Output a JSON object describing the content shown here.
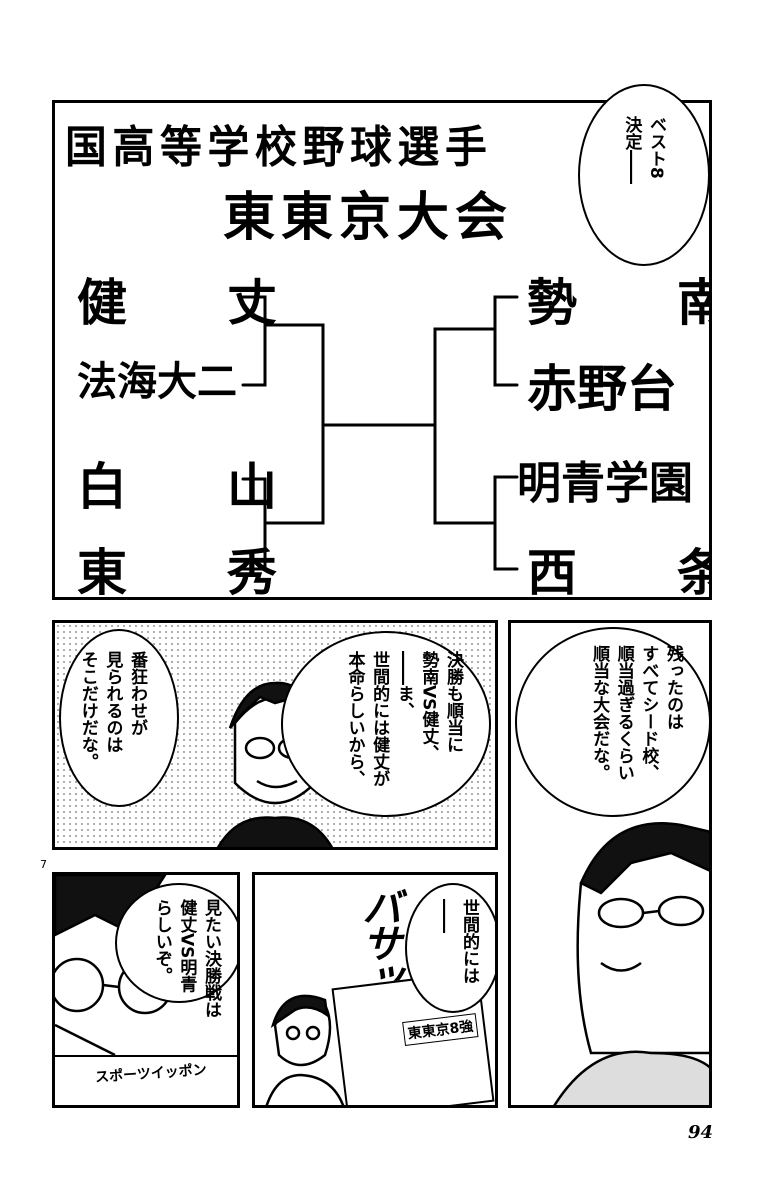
{
  "board": {
    "title_line1": "国高等学校野球選手",
    "title_line2": "東東京大会",
    "left_teams": [
      "健　　丈",
      "法海大二",
      "白　　山",
      "東　　秀"
    ],
    "right_teams": [
      "勢　　南",
      "赤野台",
      "明青学園",
      "西　　条"
    ]
  },
  "panel1_bubble": "ベスト8\n決定――",
  "panel2": {
    "bubble_left": "番狂わせが\n見られるのは\nそこだけだな。",
    "bubble_right": "決勝も順当に\n勢南VS健丈、\n――ま、\n世間的には健丈が\n本命らしいから、"
  },
  "panel3_bubble": "残ったのは\nすべてシード校、\n順当過ぎるくらい\n順当な大会だな。",
  "panel4": {
    "bubble": "見たい決勝戦は\n健丈VS明青\nらしいぞ。",
    "newspaper_title": "スポーツイッポン"
  },
  "panel5": {
    "bubble": "世間的には\n――",
    "sfx": "バサッ",
    "newspaper_headline": "東東京8強"
  },
  "panel_number": "7",
  "page_number": "94"
}
